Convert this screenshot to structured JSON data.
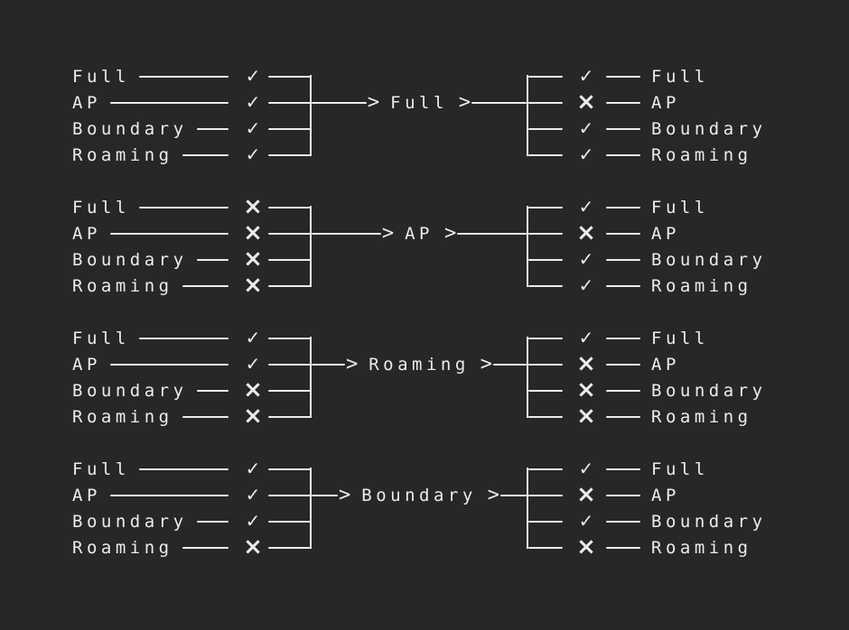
{
  "theme": {
    "background": "#272727",
    "foreground": "#ececec"
  },
  "ui": {
    "chevron": ">",
    "check_glyph": "✓",
    "cross_glyph": "×"
  },
  "legend_labels": [
    "Full",
    "AP",
    "Boundary",
    "Roaming"
  ],
  "groups": [
    {
      "center": "Full",
      "left": [
        {
          "label": "Full",
          "state": "check",
          "glyph": "✓"
        },
        {
          "label": "AP",
          "state": "check",
          "glyph": "✓"
        },
        {
          "label": "Boundary",
          "state": "check",
          "glyph": "✓"
        },
        {
          "label": "Roaming",
          "state": "check",
          "glyph": "✓"
        }
      ],
      "right": [
        {
          "label": "Full",
          "state": "check",
          "glyph": "✓"
        },
        {
          "label": "AP",
          "state": "cross",
          "glyph": "×"
        },
        {
          "label": "Boundary",
          "state": "check",
          "glyph": "✓"
        },
        {
          "label": "Roaming",
          "state": "check",
          "glyph": "✓"
        }
      ]
    },
    {
      "center": "AP",
      "left": [
        {
          "label": "Full",
          "state": "cross",
          "glyph": "×"
        },
        {
          "label": "AP",
          "state": "cross",
          "glyph": "×"
        },
        {
          "label": "Boundary",
          "state": "cross",
          "glyph": "×"
        },
        {
          "label": "Roaming",
          "state": "cross",
          "glyph": "×"
        }
      ],
      "right": [
        {
          "label": "Full",
          "state": "check",
          "glyph": "✓"
        },
        {
          "label": "AP",
          "state": "cross",
          "glyph": "×"
        },
        {
          "label": "Boundary",
          "state": "check",
          "glyph": "✓"
        },
        {
          "label": "Roaming",
          "state": "check",
          "glyph": "✓"
        }
      ]
    },
    {
      "center": "Roaming",
      "left": [
        {
          "label": "Full",
          "state": "check",
          "glyph": "✓"
        },
        {
          "label": "AP",
          "state": "check",
          "glyph": "✓"
        },
        {
          "label": "Boundary",
          "state": "cross",
          "glyph": "×"
        },
        {
          "label": "Roaming",
          "state": "cross",
          "glyph": "×"
        }
      ],
      "right": [
        {
          "label": "Full",
          "state": "check",
          "glyph": "✓"
        },
        {
          "label": "AP",
          "state": "cross",
          "glyph": "×"
        },
        {
          "label": "Boundary",
          "state": "cross",
          "glyph": "×"
        },
        {
          "label": "Roaming",
          "state": "cross",
          "glyph": "×"
        }
      ]
    },
    {
      "center": "Boundary",
      "left": [
        {
          "label": "Full",
          "state": "check",
          "glyph": "✓"
        },
        {
          "label": "AP",
          "state": "check",
          "glyph": "✓"
        },
        {
          "label": "Boundary",
          "state": "check",
          "glyph": "✓"
        },
        {
          "label": "Roaming",
          "state": "cross",
          "glyph": "×"
        }
      ],
      "right": [
        {
          "label": "Full",
          "state": "check",
          "glyph": "✓"
        },
        {
          "label": "AP",
          "state": "cross",
          "glyph": "×"
        },
        {
          "label": "Boundary",
          "state": "check",
          "glyph": "✓"
        },
        {
          "label": "Roaming",
          "state": "cross",
          "glyph": "×"
        }
      ]
    }
  ]
}
